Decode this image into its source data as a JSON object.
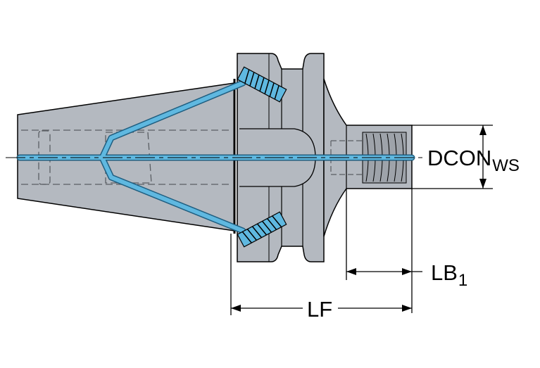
{
  "colors": {
    "body_fill": "#b4b9c0",
    "body_fill_dark": "#9ea3aa",
    "outline": "#000000",
    "coolant": "#5fb8e0",
    "hidden_line": "#5a5e63",
    "background": "#ffffff"
  },
  "dimensions": {
    "dcon": {
      "main": "DCON",
      "sub": "WS"
    },
    "lb": {
      "main": "LB",
      "sub": "1"
    },
    "lf": {
      "main": "LF"
    }
  }
}
